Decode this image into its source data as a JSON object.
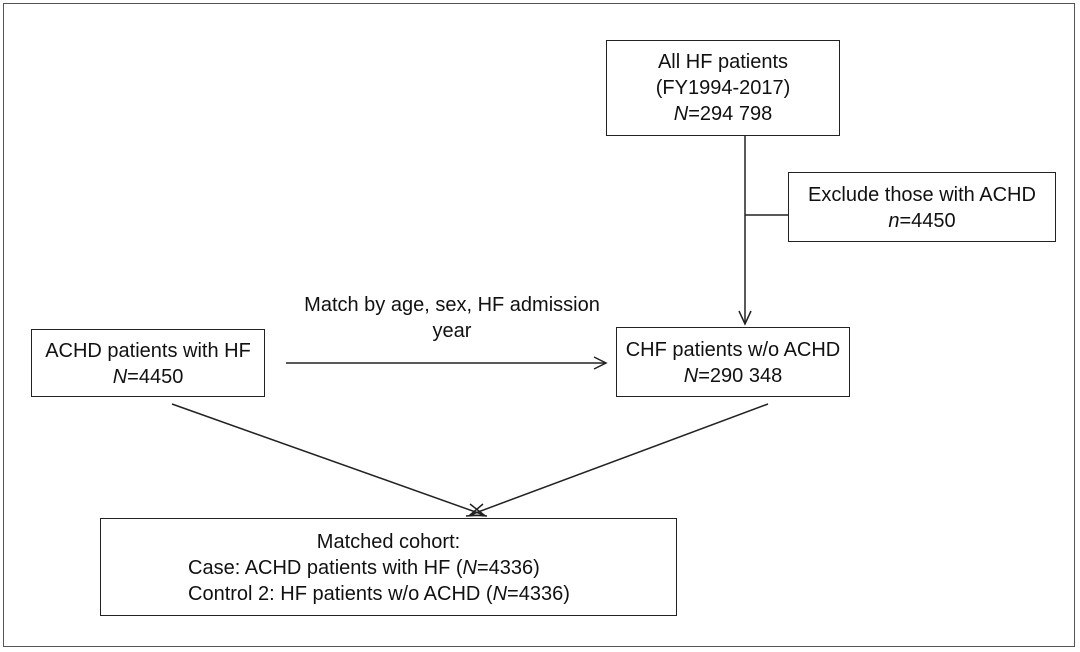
{
  "nodes": {
    "all_hf": {
      "line1": "All HF patients",
      "line2": "(FY1994-2017)",
      "n_symbol": "N",
      "n_value": "=294 798"
    },
    "exclude": {
      "line1": "Exclude those with ACHD",
      "n_symbol": "n",
      "n_value": "=4450"
    },
    "achd_hf": {
      "line1": "ACHD patients with HF",
      "n_symbol": "N",
      "n_value": "=4450"
    },
    "chf_no_achd": {
      "line1": "CHF patients w/o ACHD",
      "n_symbol": "N",
      "n_value": "=290 348"
    },
    "matched": {
      "title": "Matched cohort:",
      "case_prefix": "Case: ACHD patients with HF (",
      "case_symbol": "N",
      "case_value": "=4336)",
      "control_prefix": "Control 2: HF patients w/o ACHD (",
      "control_symbol": "N",
      "control_value": "=4336)"
    }
  },
  "edges": {
    "match_label_line1": "Match by age, sex, HF admission",
    "match_label_line2": "year"
  }
}
